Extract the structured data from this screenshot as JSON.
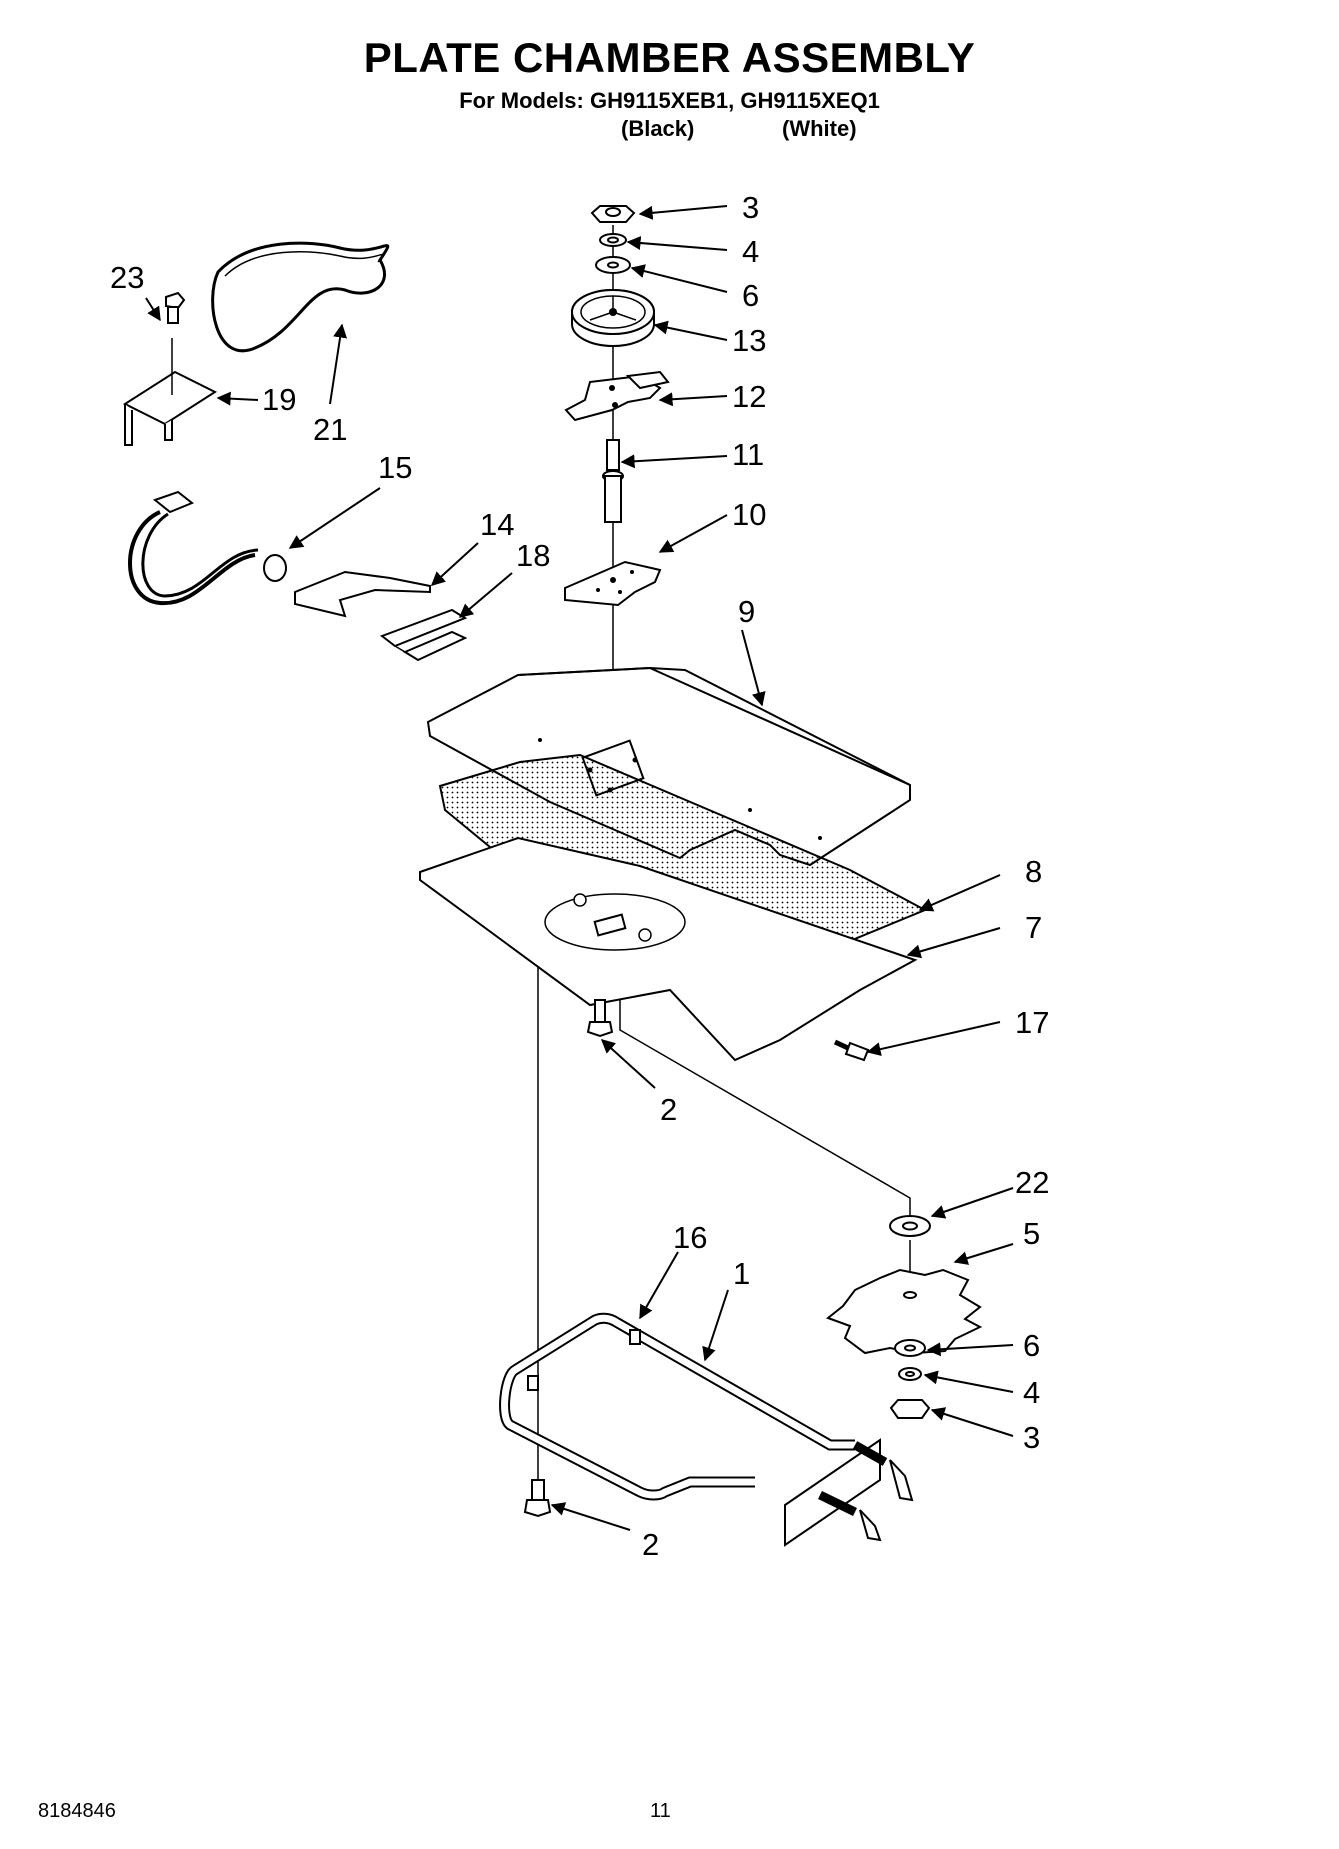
{
  "header": {
    "title": "PLATE CHAMBER ASSEMBLY",
    "models": "For Models: GH9115XEB1, GH9115XEQ1",
    "variant_black": "(Black)",
    "variant_white": "(White)"
  },
  "callouts": {
    "c3_top": "3",
    "c4_top": "4",
    "c6_top": "6",
    "c13": "13",
    "c12": "12",
    "c11": "11",
    "c10": "10",
    "c9": "9",
    "c23": "23",
    "c19": "19",
    "c21": "21",
    "c15": "15",
    "c14": "14",
    "c18": "18",
    "c8": "8",
    "c7": "7",
    "c17": "17",
    "c2_mid": "2",
    "c22": "22",
    "c5": "5",
    "c16": "16",
    "c1": "1",
    "c6_bot": "6",
    "c4_bot": "4",
    "c3_bot": "3",
    "c2_bot": "2"
  },
  "footer": {
    "doc_number": "8184846",
    "page_number": "11"
  },
  "colors": {
    "ink": "#000000",
    "paper": "#ffffff"
  }
}
